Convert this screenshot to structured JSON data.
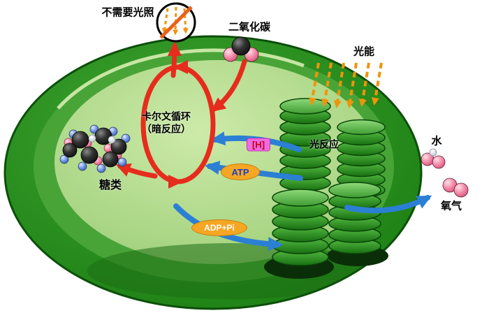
{
  "labels": {
    "no_light": "不需要光照",
    "carbon_dioxide": "二氧化碳",
    "light_energy": "光能",
    "calvin_cycle_line1": "卡尔文循环",
    "calvin_cycle_line2": "（暗反应）",
    "hydrogen_carrier": "[H]",
    "atp": "ATP",
    "adp_pi": "ADP+Pi",
    "light_reaction": "光反应",
    "sugars": "糖类",
    "water": "水",
    "oxygen": "氧气"
  },
  "colors": {
    "chloroplast_outer": "#1f8316",
    "stroma": "#a8d583",
    "granum_disc": "#2f9e27",
    "cycle_arrow_red": "#e62c1d",
    "transfer_arrow_blue": "#2b7fd4",
    "light_arrow_orange": "#f0940a",
    "atp_pill": "#f5a623",
    "h_pill": "#f06ae0"
  }
}
